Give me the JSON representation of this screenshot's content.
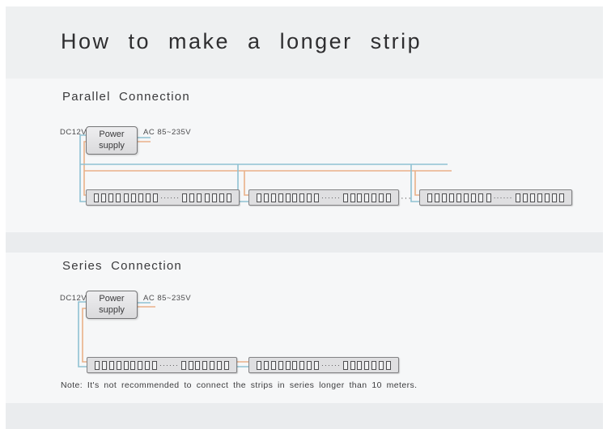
{
  "page": {
    "title": "How to make a longer strip",
    "note": "Note: It's not recommended to connect the strips in series longer than 10 meters."
  },
  "sections": {
    "parallel": {
      "heading": "Parallel Connection",
      "power_supply_label": "Power supply",
      "dc_label": "DC12V",
      "ac_label": "AC 85~235V",
      "between_strips_dots": "···"
    },
    "series": {
      "heading": "Series Connection",
      "power_supply_label": "Power supply",
      "dc_label": "DC12V",
      "ac_label": "AC 85~235V"
    }
  },
  "strip": {
    "left_chips": 9,
    "right_chips": 7,
    "dots": "······"
  },
  "colors": {
    "wire_blue": "#8fc2d3",
    "wire_orange": "#eab189",
    "bg_title_band": "#eef0f1",
    "bg_main": "#f6f7f8",
    "bg_section_band": "#eaecee",
    "strip_fill": "#dfdfe1"
  }
}
